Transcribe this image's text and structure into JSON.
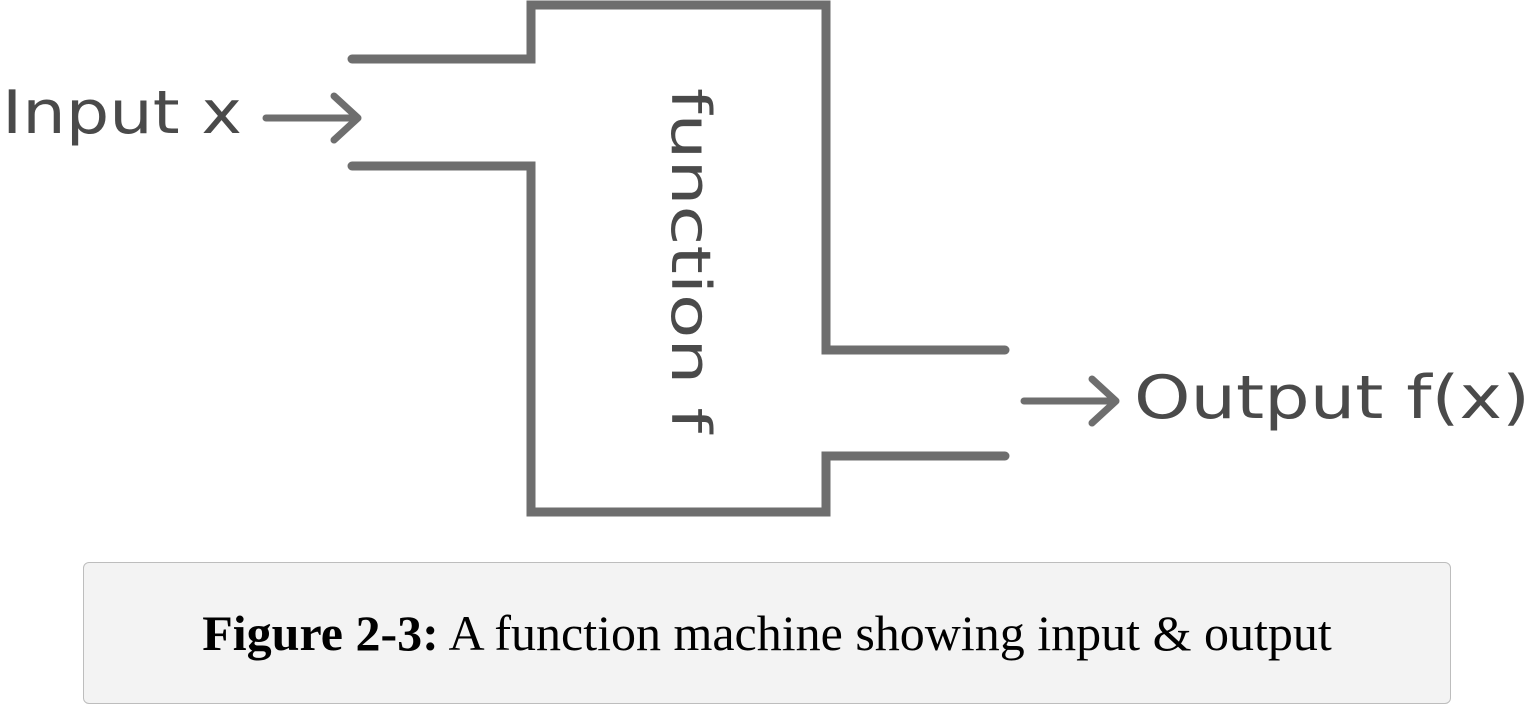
{
  "diagram": {
    "input_label": "Input x",
    "function_label": "function f",
    "output_label": "Output f(x)"
  },
  "caption": {
    "label": "Figure 2-3:",
    "text": "A function machine showing input & output"
  },
  "colors": {
    "stroke": "#6e6e6e",
    "text": "#4a4a4a",
    "caption_bg": "#f3f3f3",
    "caption_border": "#bdbdbd"
  }
}
